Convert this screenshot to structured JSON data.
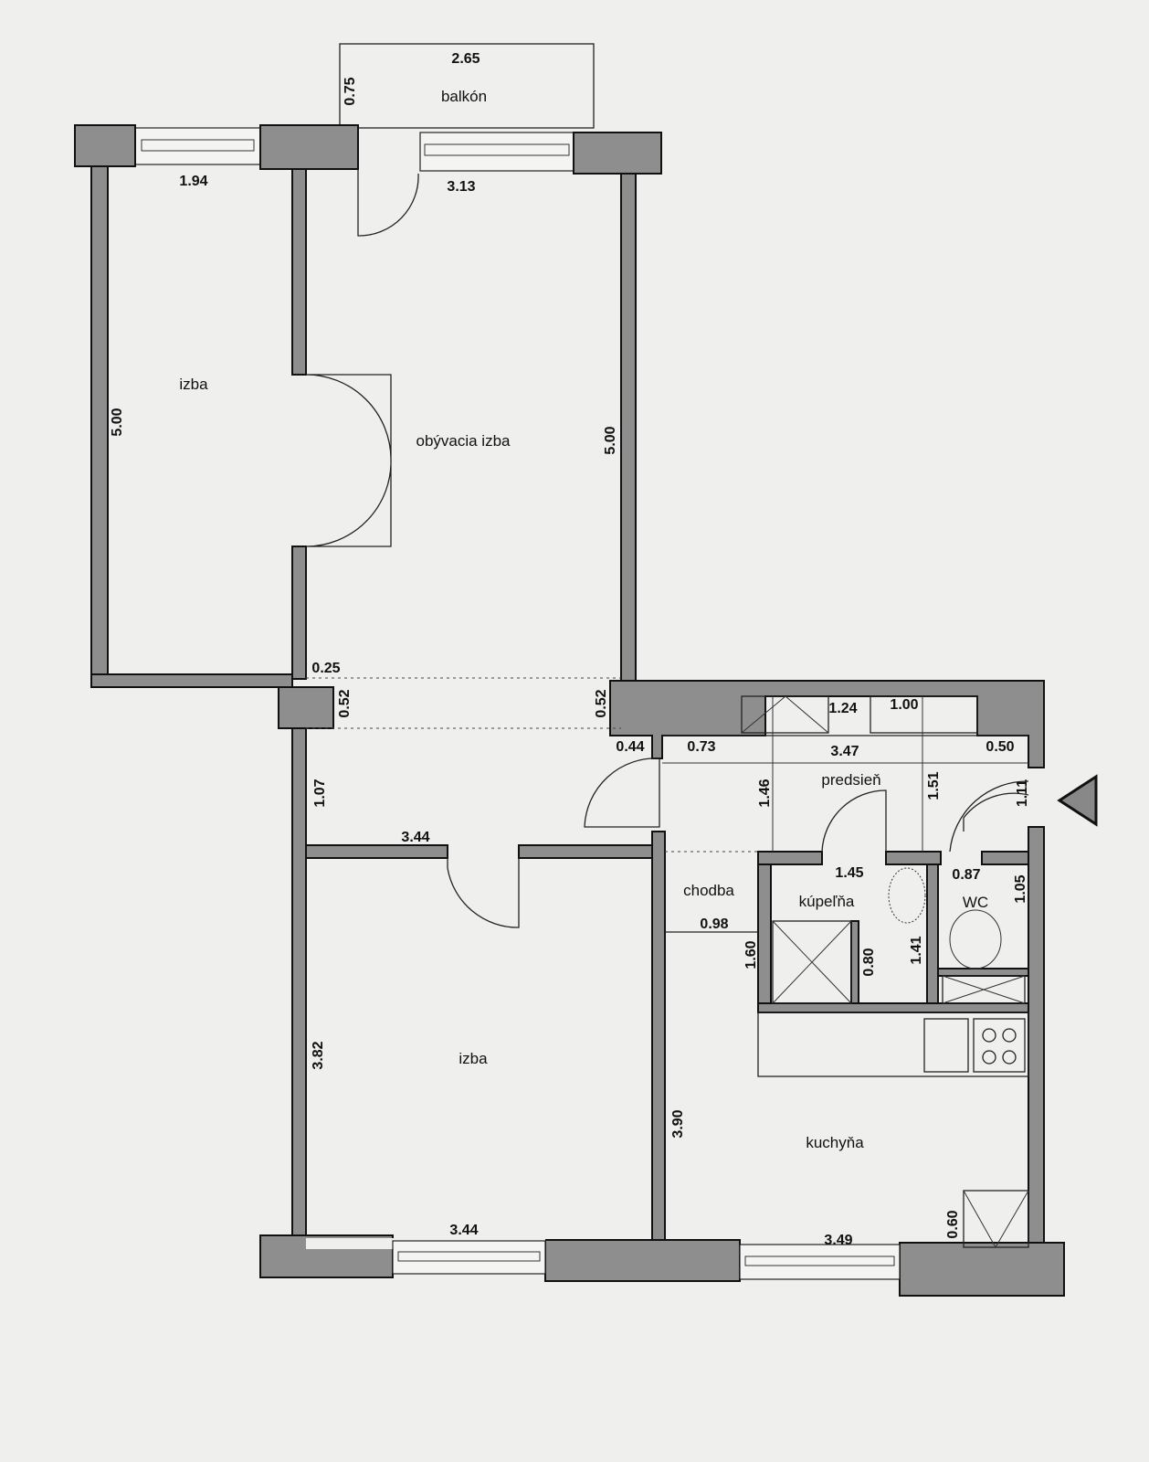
{
  "plan": {
    "rooms": {
      "balcony": "balkón",
      "room_top": "izba",
      "living_room": "obývacia izba",
      "hall": "predsieň",
      "corridor": "chodba",
      "bathroom": "kúpeľňa",
      "wc": "WC",
      "room_bottom": "izba",
      "kitchen": "kuchyňa"
    },
    "dims": [
      "2.65",
      "0.75",
      "1.94",
      "3.13",
      "5.00",
      "5.00",
      "0.25",
      "0.52",
      "0.52",
      "0.44",
      "0.73",
      "1.24",
      "1.00",
      "3.47",
      "0.50",
      "1.46",
      "1.51",
      "1.11",
      "1.07",
      "3.44",
      "1.45",
      "0.87",
      "1.05",
      "0.98",
      "1.60",
      "0.80",
      "1.41",
      "3.82",
      "3.90",
      "3.44",
      "3.49",
      "0.60"
    ],
    "colors": {
      "wall": "#8e8e8e",
      "paper": "#efefed"
    }
  }
}
